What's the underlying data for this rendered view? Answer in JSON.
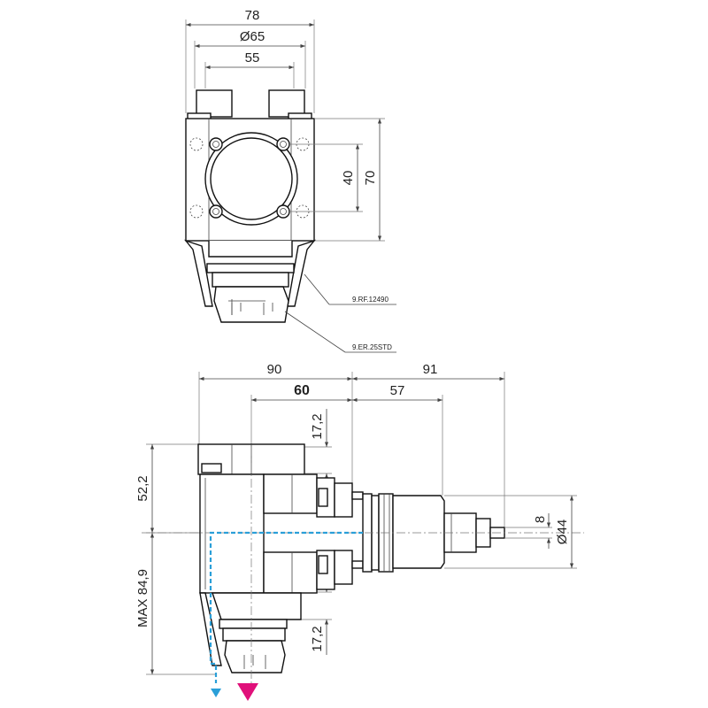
{
  "top_view": {
    "dimensions": {
      "width_overall": "78",
      "flange_diameter": "Ø65",
      "bolt_spacing_horizontal": "55",
      "bolt_spacing_vertical": "40",
      "body_height": "70"
    },
    "callouts": {
      "clamping_nut": "9.RF.12490",
      "collet": "9.ER.25STD"
    }
  },
  "side_view": {
    "dimensions": {
      "overall_width": "90",
      "center_to_spindle": "60",
      "shank_length_total": "91",
      "shank_length": "57",
      "head_height_upper": "17,2",
      "head_height_lower": "17,2",
      "upper_height": "52,2",
      "max_lower_height": "MAX 84,9",
      "shank_pilot_diameter": "8",
      "shank_diameter": "Ø44"
    }
  },
  "colors": {
    "coolant_path": "#2a9fd8",
    "cutting_direction_marker": "#e0107a",
    "linework": "#111111"
  }
}
